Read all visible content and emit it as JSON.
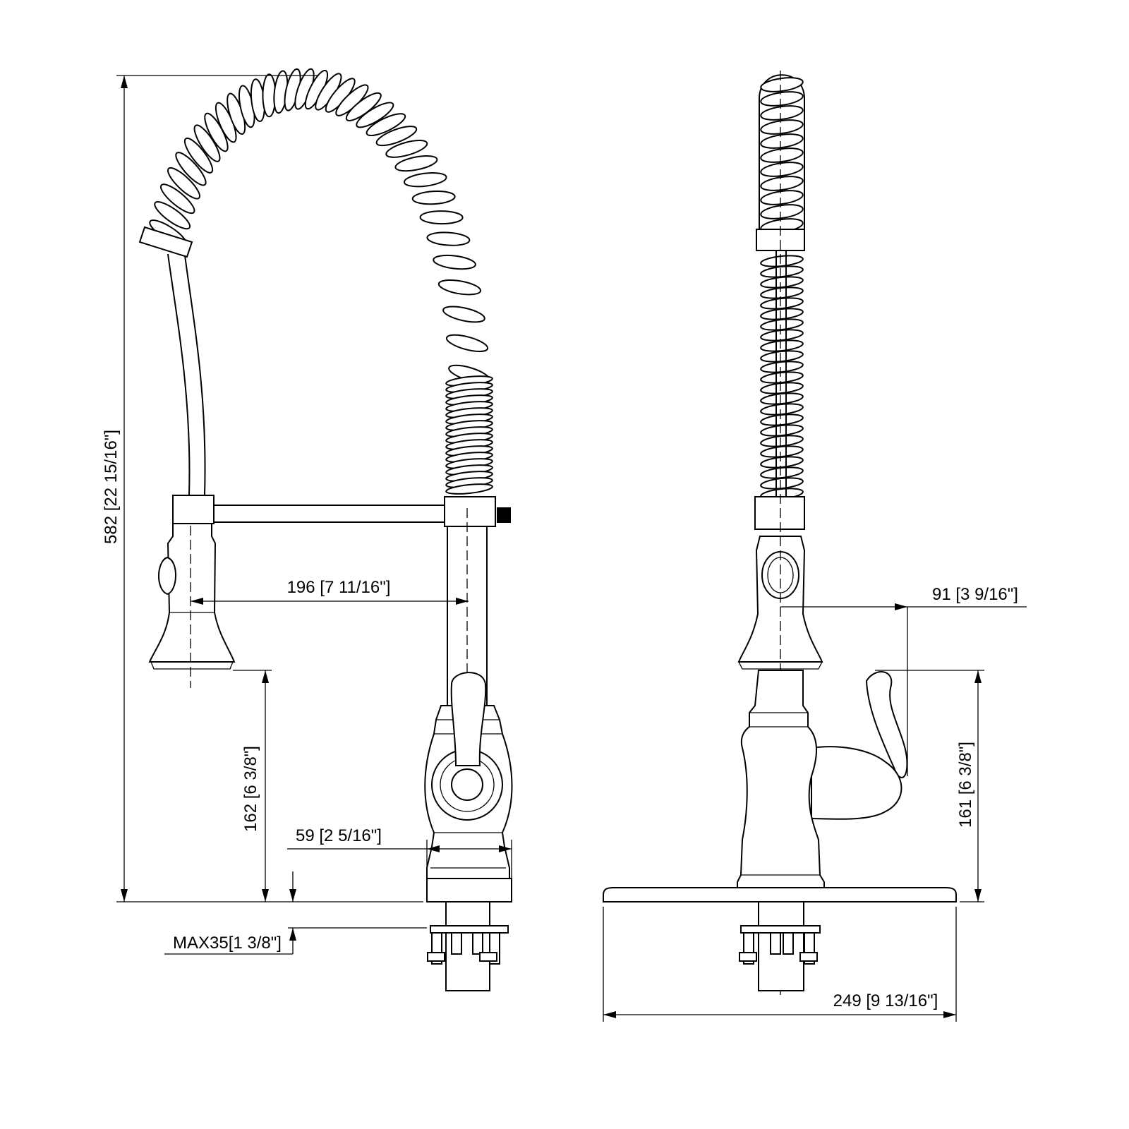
{
  "title": "Pull-down kitchen faucet dimension drawing",
  "front_view": {
    "dimensions": {
      "overall_height": "582 [22 15/16\"]",
      "spout_reach": "196 [7 11/16\"]",
      "spout_height": "162 [6 3/8\"]",
      "base_diameter": "59 [2 5/16\"]",
      "max_deck_thickness": "MAX35[1 3/8\"]"
    }
  },
  "side_view": {
    "dimensions": {
      "handle_offset": "91 [3 9/16\"]",
      "handle_height": "161 [6 3/8\"]",
      "deck_plate_width": "249 [9 13/16\"]"
    }
  },
  "colors": {
    "line": "#000000",
    "background": "#ffffff"
  }
}
